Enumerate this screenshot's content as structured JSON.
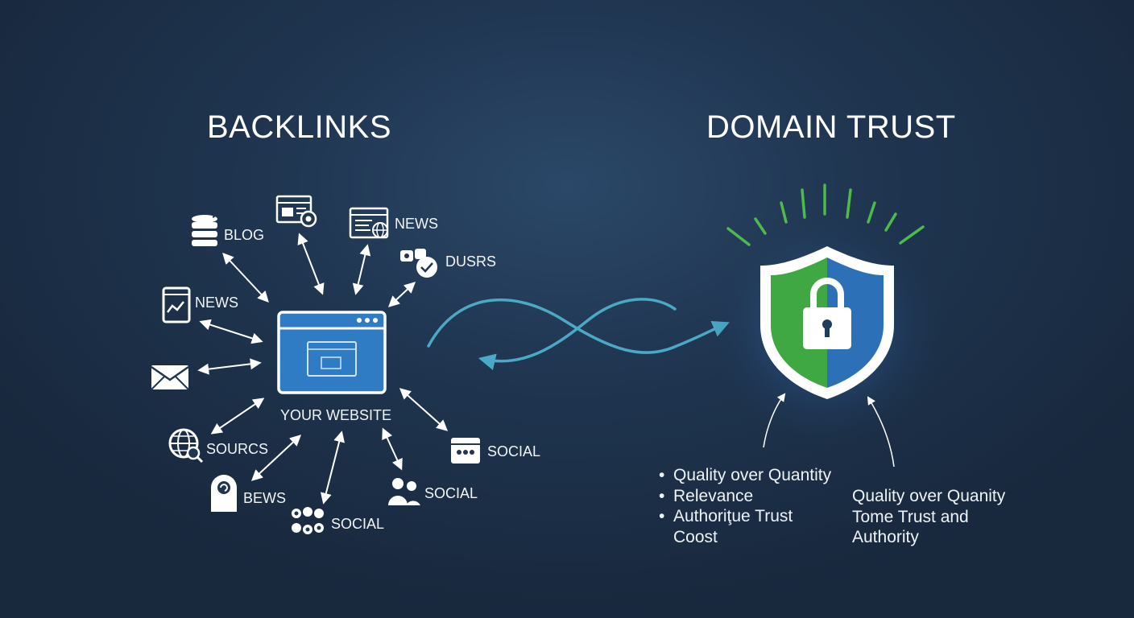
{
  "titles": {
    "backlinks": "BACKLINKS",
    "domain_trust": "DOMAIN TRUST"
  },
  "website": {
    "label": "YOUR WEBSITE"
  },
  "sources": [
    {
      "label": "BLOG",
      "icon": "database-icon"
    },
    {
      "label": "",
      "icon": "browser-window-icon"
    },
    {
      "label": "NEWS",
      "icon": "news-globe-icon"
    },
    {
      "label": "DUSRS",
      "icon": "tags-icon"
    },
    {
      "label": "NEWS",
      "icon": "chart-page-icon"
    },
    {
      "label": "",
      "icon": "envelope-icon"
    },
    {
      "label": "SOURCS",
      "icon": "globe-search-icon"
    },
    {
      "label": "BEWS",
      "icon": "user-badge-icon"
    },
    {
      "label": "SOCIAL",
      "icon": "network-icon"
    },
    {
      "label": "SOCIAL",
      "icon": "users-icon"
    },
    {
      "label": "SOCIAL",
      "icon": "social-card-icon"
    }
  ],
  "trust_points": [
    "Quality over Quantity",
    "Relevance",
    "Authoriţue Trust",
    "Coost"
  ],
  "trust_note": [
    "Quality over Quanity",
    "Tome Trust and",
    "Authority"
  ],
  "colors": {
    "accent_teal": "#4aa9c6",
    "shield_green": "#3fa843",
    "shield_blue": "#2c71b8",
    "ray_green": "#4cbb4a"
  }
}
